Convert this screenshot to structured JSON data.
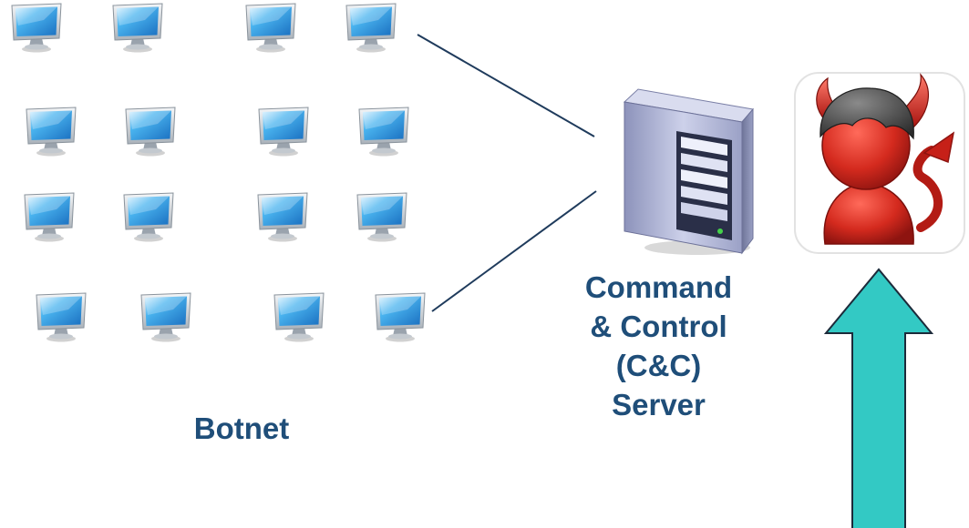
{
  "diagram": {
    "botnet_label": "Botnet",
    "server_label_lines": [
      "Command",
      "& Control",
      "(C&C)",
      "Server"
    ],
    "colors": {
      "label_text": "#1f4e79",
      "connector_line": "#1f3b5c",
      "arrow_fill": "#33c9c4",
      "arrow_stroke": "#1c2a3a",
      "monitor_screen": "#3aa6e8",
      "server_body": "#b8bdd8",
      "attacker_red": "#c81e1e"
    },
    "icons": {
      "bot": "computer-monitor-icon",
      "server": "tower-server-icon",
      "attacker": "devil-attacker-icon",
      "arrow": "up-arrow"
    },
    "bot_count": 16
  }
}
